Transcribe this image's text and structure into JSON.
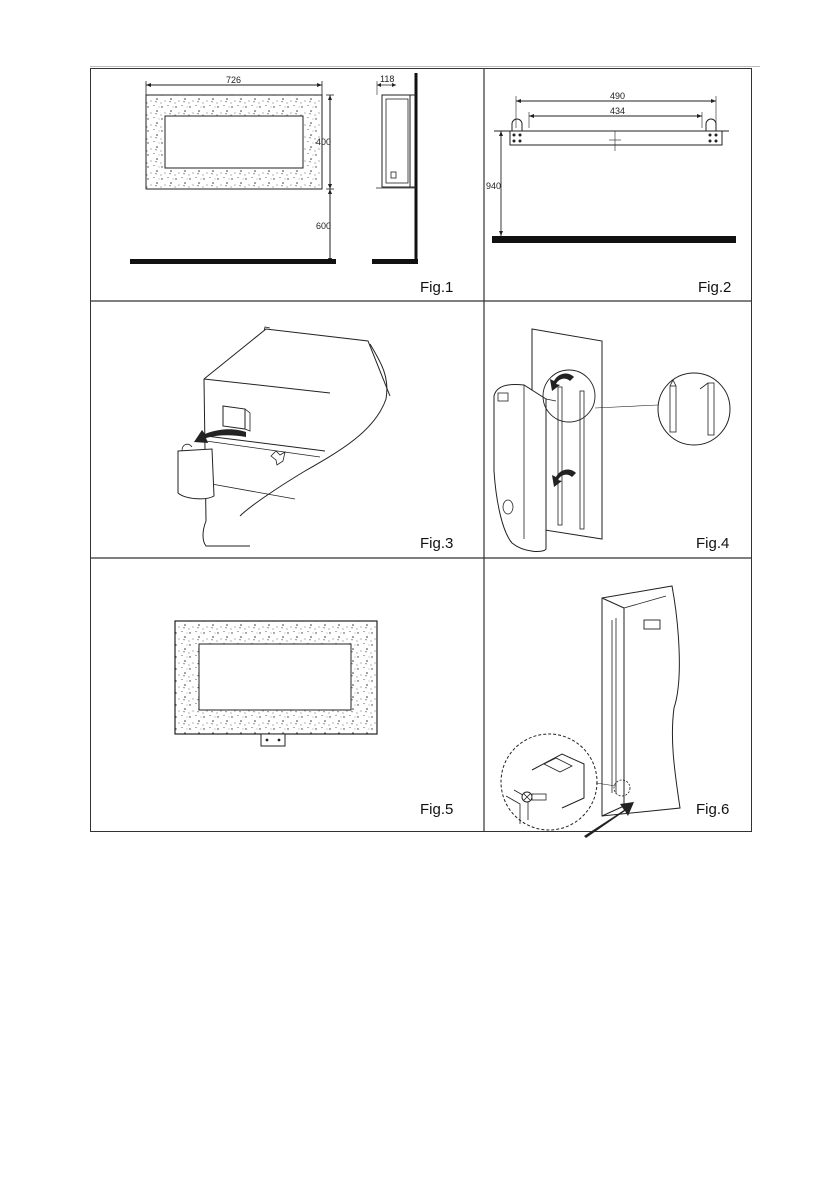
{
  "figures": [
    {
      "id": "fig1",
      "label": "Fig.1",
      "dimensions": {
        "width": "726",
        "height": "400",
        "floor_gap": "600",
        "depth": "118"
      }
    },
    {
      "id": "fig2",
      "label": "Fig.2",
      "dimensions": {
        "outer": "490",
        "inner": "434",
        "height": "940"
      }
    },
    {
      "id": "fig3",
      "label": "Fig.3"
    },
    {
      "id": "fig4",
      "label": "Fig.4"
    },
    {
      "id": "fig5",
      "label": "Fig.5"
    },
    {
      "id": "fig6",
      "label": "Fig.6"
    }
  ]
}
